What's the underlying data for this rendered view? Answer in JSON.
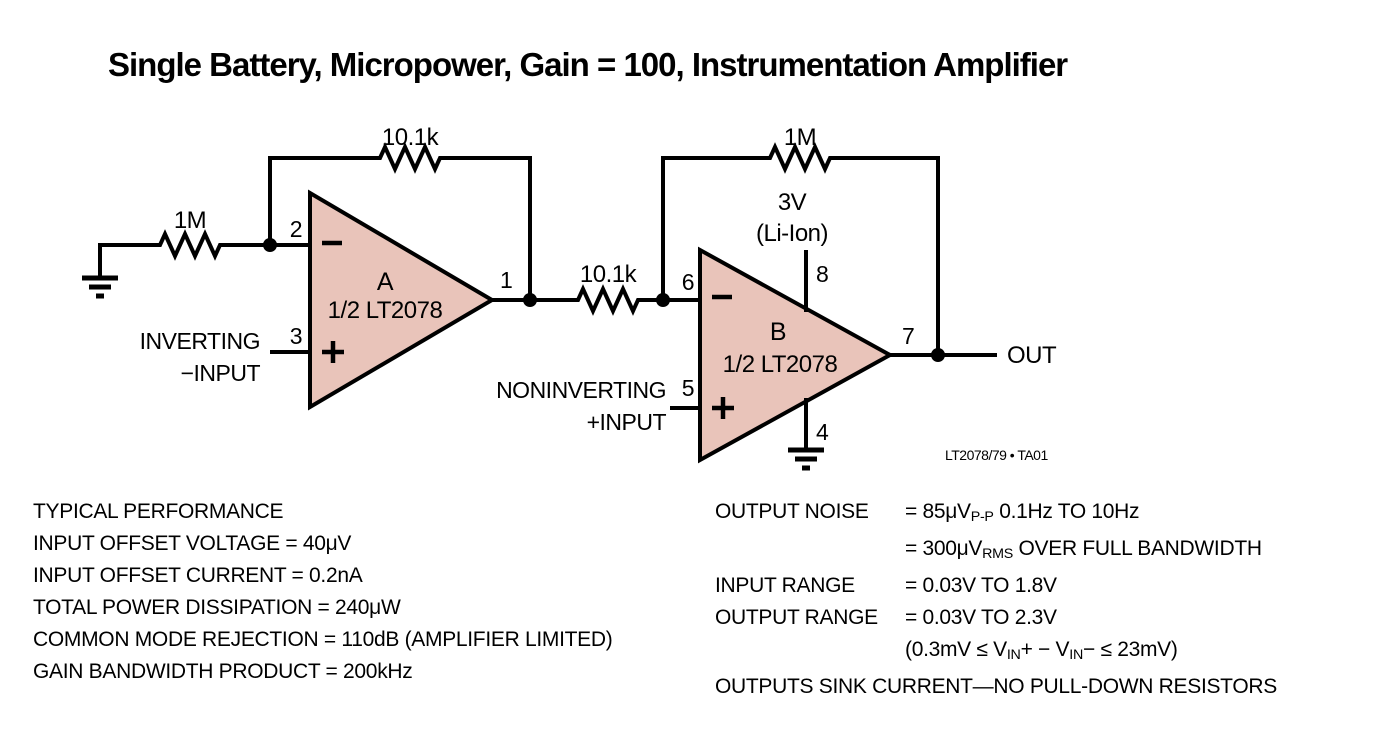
{
  "title": "Single Battery, Micropower, Gain = 100, Instrumentation Amplifier",
  "colors": {
    "opamp_fill": "#e9c4ba",
    "wire": "#000000",
    "background": "#ffffff"
  },
  "schematic": {
    "r_input": "1M",
    "r_feedback_a": "10.1k",
    "r_interstage": "10.1k",
    "r_feedback_b": "1M",
    "opamp_a": {
      "name": "A",
      "part": "1/2 LT2078",
      "pin_inverting": "2",
      "pin_noninverting": "3",
      "pin_output": "1"
    },
    "opamp_b": {
      "name": "B",
      "part": "1/2 LT2078",
      "pin_inverting": "6",
      "pin_noninverting": "5",
      "pin_output": "7",
      "pin_supply": "8",
      "pin_ground": "4"
    },
    "supply_line1": "3V",
    "supply_line2": "(Li-Ion)",
    "inverting_label_line1": "INVERTING",
    "inverting_label_line2": "−INPUT",
    "noninverting_label_line1": "NONINVERTING",
    "noninverting_label_line2": "+INPUT",
    "out_label": "OUT",
    "fig_id": "LT2078/79 • TA01"
  },
  "specs": {
    "left": [
      "TYPICAL PERFORMANCE",
      "INPUT OFFSET VOLTAGE = 40μV",
      "INPUT OFFSET CURRENT = 0.2nA",
      "TOTAL POWER DISSIPATION = 240μW",
      "COMMON MODE REJECTION = 110dB (AMPLIFIER LIMITED)",
      "GAIN BANDWIDTH PRODUCT = 200kHz"
    ],
    "right": {
      "output_noise_label": "OUTPUT NOISE",
      "output_noise_val_pre": "= 85μV",
      "output_noise_val_sub": "P-P",
      "output_noise_val_post": " 0.1Hz TO 10Hz",
      "output_noise2_pre": "= 300μV",
      "output_noise2_sub": "RMS",
      "output_noise2_post": " OVER FULL BANDWIDTH",
      "input_range_label": "INPUT RANGE",
      "input_range_value": "= 0.03V TO 1.8V",
      "output_range_label": "OUTPUT RANGE",
      "output_range_value": "= 0.03V TO 2.3V",
      "condition_p0": "(0.3mV ≤ V",
      "condition_s0": "IN",
      "condition_p1": "+ − V",
      "condition_s1": "IN",
      "condition_p2": "− ≤ 23mV)",
      "sink_note": "OUTPUTS SINK CURRENT—NO PULL-DOWN RESISTORS"
    }
  }
}
